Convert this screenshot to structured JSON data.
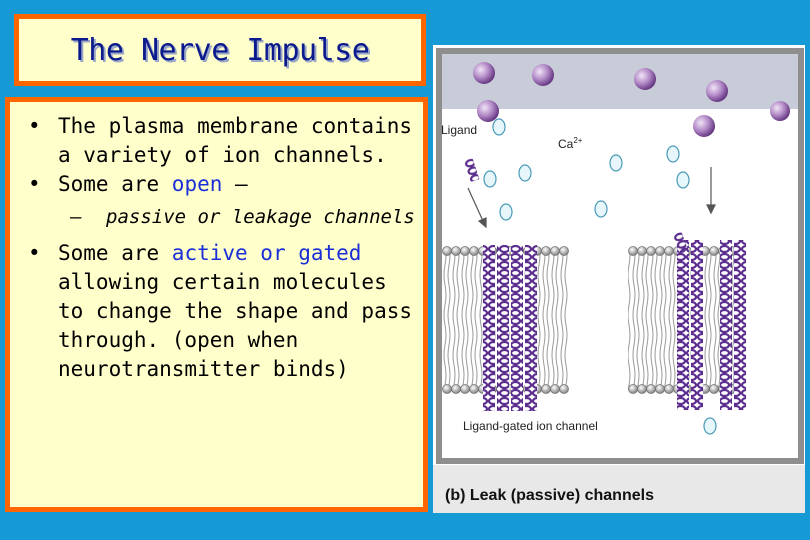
{
  "slide": {
    "title": "The Nerve Impulse",
    "bullets": [
      {
        "text": "The plasma membrane contains a variety of ion channels."
      },
      {
        "pre": "Some are ",
        "highlight": "open",
        "post": " –"
      },
      {
        "pre": "Some are ",
        "highlight": "active or gated",
        "post": " allowing certain molecules to change the shape and pass through.  (open when neurotransmitter binds)"
      }
    ],
    "subbullet": "passive or leakage channels",
    "bullet_marker": "•",
    "sub_marker": "–"
  },
  "diagram": {
    "ligand_label": "Ligand",
    "ion_label_base": "Ca",
    "ion_label_charge": "2+",
    "gated_caption": "Ligand-gated ion channel",
    "panel_caption": "(b) Leak (passive) channels"
  },
  "colors": {
    "background": "#169ad6",
    "border": "#ff6600",
    "panel": "#ffffcc",
    "title": "#0b1a8c",
    "highlight": "#1a2fd6",
    "protein": "#5b2d8e"
  }
}
